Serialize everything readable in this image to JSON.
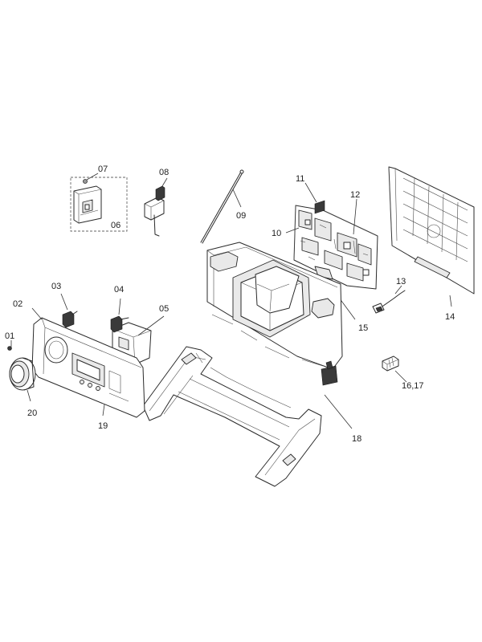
{
  "diagram": {
    "callouts": [
      {
        "id": "01",
        "text": "01"
      },
      {
        "id": "02",
        "text": "02"
      },
      {
        "id": "03",
        "text": "03"
      },
      {
        "id": "04",
        "text": "04"
      },
      {
        "id": "05",
        "text": "05"
      },
      {
        "id": "06",
        "text": "06"
      },
      {
        "id": "07",
        "text": "07"
      },
      {
        "id": "08",
        "text": "08"
      },
      {
        "id": "09",
        "text": "09"
      },
      {
        "id": "10",
        "text": "10"
      },
      {
        "id": "11",
        "text": "11"
      },
      {
        "id": "12",
        "text": "12"
      },
      {
        "id": "13",
        "text": "13"
      },
      {
        "id": "14",
        "text": "14"
      },
      {
        "id": "15",
        "text": "15"
      },
      {
        "id": "16_17",
        "text": "16,17"
      },
      {
        "id": "18",
        "text": "18"
      },
      {
        "id": "19",
        "text": "19"
      },
      {
        "id": "20",
        "text": "20"
      }
    ]
  }
}
